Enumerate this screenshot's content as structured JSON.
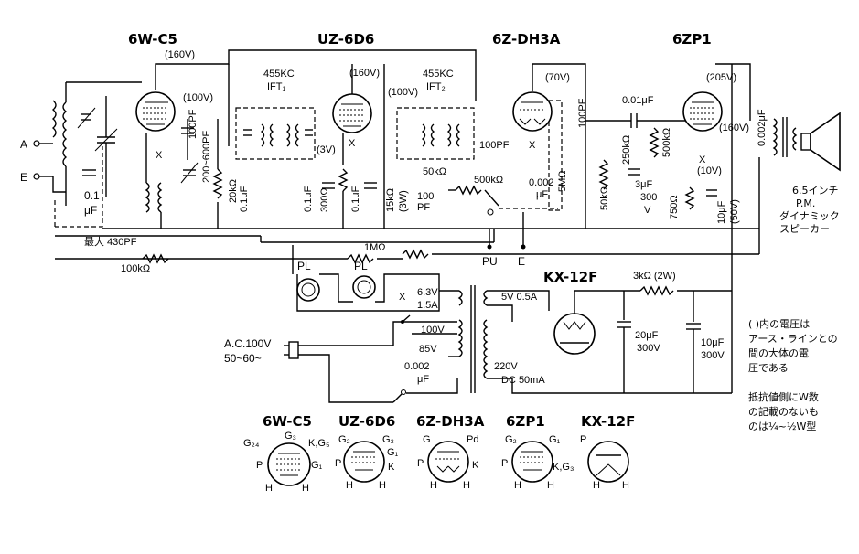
{
  "tubes": {
    "t1": "6W-C5",
    "t2": "UZ-6D6",
    "t3": "6Z-DH3A",
    "t4": "6ZP1",
    "rect": "KX-12F"
  },
  "voltages": {
    "v160a": "(160V)",
    "v100a": "(100V)",
    "v160b": "(160V)",
    "v100b": "(100V)",
    "v3": "(3V)",
    "v70": "(70V)",
    "v205": "(205V)",
    "v160c": "(160V)",
    "v10": "(10V)"
  },
  "ift": {
    "f1": "455KC",
    "n1": "IFT₁",
    "f2": "455KC",
    "n2": "IFT₂"
  },
  "inputs": {
    "a": "A",
    "e": "E"
  },
  "parts": {
    "c01_ant": "0.1",
    "c01_ant_u": "μF",
    "max430": "最大 430PF",
    "r100k_bias": "100kΩ",
    "c100pf_1": "100PF",
    "c200_600": "200~600PF",
    "r20k": "20kΩ",
    "c01_2": "0.1μF",
    "c01_3": "0.1μF",
    "r300": "300Ω",
    "c01_4": "0.1μF",
    "r15k": "15kΩ",
    "r15k_w": "(3W)",
    "c100pf_2": "100PF",
    "r50k_1": "50kΩ",
    "c100pf_3": "100",
    "c100pf_3u": "PF",
    "vr500k": "500kΩ",
    "c0002_1": "0.002",
    "c0002_1u": "μF",
    "r5m": "5MΩ",
    "c100pf_4": "100PF",
    "r50k_2": "50kΩ",
    "r250k": "250kΩ",
    "c001": "0.01μF",
    "r500k": "500kΩ",
    "c3u": "3μF",
    "c3v": "300",
    "c3vv": "V",
    "r750": "750Ω",
    "c10u": "10μF",
    "c10v": "(50V)",
    "c0002_2": "0.002μF",
    "r1m": "1MΩ",
    "pu": "PU",
    "e2": "E",
    "pl1": "PL",
    "pl2": "PL",
    "r3k": "3kΩ (2W)",
    "c20u": "20μF",
    "c20v": "300V",
    "c10u2": "10μF",
    "c10u2v": "300V",
    "fil63": "6.3V",
    "fil15": "1.5A",
    "x": "X",
    "v5": "5V 0.5A",
    "v100": "100V",
    "v85": "85V",
    "v220": "220V",
    "dc50": "DC 50mA",
    "c0002_3": "0.002",
    "c0002_3u": "μF",
    "ac1": "A.C.100V",
    "ac2": "50~60~"
  },
  "speaker": {
    "l1": "6.5インチ",
    "l2": "P.M.",
    "l3": "ダイナミック",
    "l4": "スピーカー"
  },
  "notes": {
    "n1": "( )内の電圧は",
    "n2": "アース・ラインとの",
    "n3": "間の大体の電",
    "n4": "圧である",
    "n5": "抵抗値側にW数",
    "n6": "の記載のないも",
    "n7": "のは¼~½W型"
  },
  "pinouts": {
    "p1": {
      "name": "6W-C5",
      "g3": "G₃",
      "g24": "G₂₄",
      "kg5": "K,G₅",
      "p": "P",
      "g1": "G₁",
      "h1": "H",
      "h2": "H"
    },
    "p2": {
      "name": "UZ-6D6",
      "g2": "G₂",
      "g3": "G₃",
      "g1": "G₁",
      "p": "P",
      "k": "K",
      "h1": "H",
      "h2": "H"
    },
    "p3": {
      "name": "6Z-DH3A",
      "g": "G",
      "pd": "Pd",
      "p": "P",
      "k": "K",
      "h1": "H",
      "h2": "H"
    },
    "p4": {
      "name": "6ZP1",
      "g2": "G₂",
      "g1": "G₁",
      "p": "P",
      "kg3": "K,G₃",
      "h1": "H",
      "h2": "H"
    },
    "p5": {
      "name": "KX-12F",
      "p": "P",
      "h1": "H",
      "h2": "H"
    }
  }
}
